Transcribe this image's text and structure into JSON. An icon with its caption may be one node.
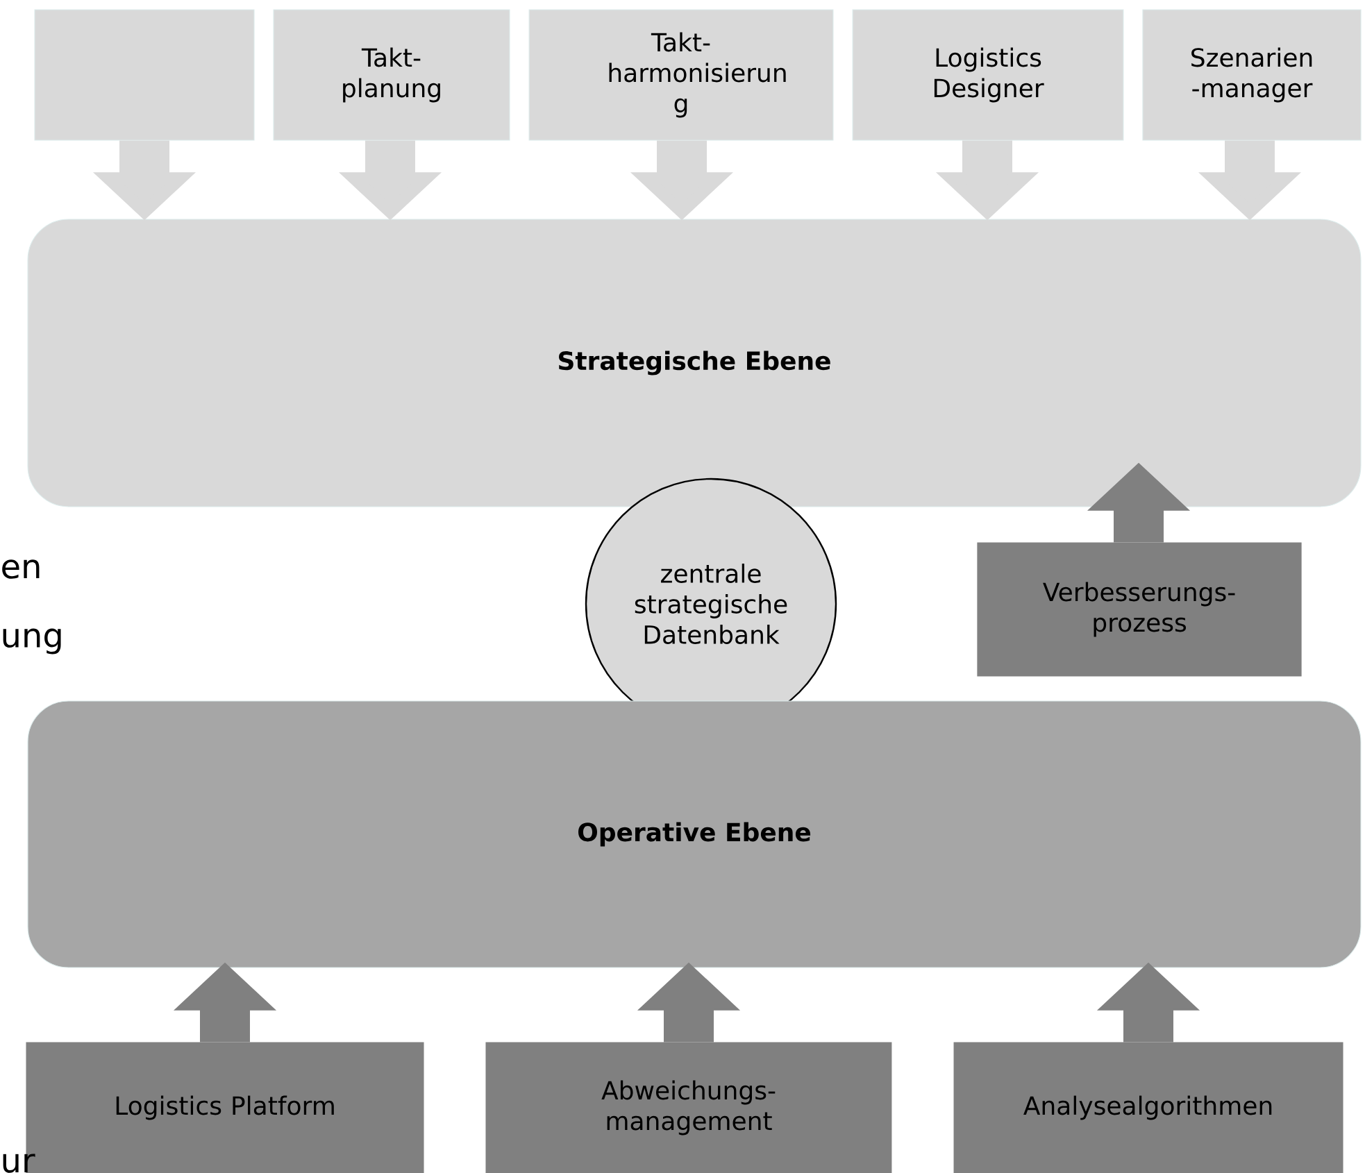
{
  "diagram": {
    "nodes": [
      {
        "text": [],
        "shape": "box"
      },
      {
        "text": [
          "Takt- planung"
        ]
      },
      {
        "text": [
          "Takt- harmonisierun g"
        ]
      },
      {
        "text": [
          "Logistics Designer"
        ]
      },
      {
        "text": [
          "Szenarien -manager"
        ]
      },
      {
        "text": [
          "Strategische Ebene"
        ]
      },
      {
        "text": [
          "zentrale strategische Datenbank"
        ]
      },
      {
        "text": [
          "Verbesserungs- prozess"
        ]
      },
      {
        "text": [
          "Operative Ebene"
        ]
      },
      {
        "text": [
          "Logistics Platform"
        ]
      },
      {
        "text": [
          "Abweichungs- management"
        ]
      },
      {
        "text": [
          "Analysealgorithmen"
        ]
      }
    ],
    "edges": [
      {
        "from": 0,
        "to": 5,
        "arrow": "to"
      },
      {
        "from": 1,
        "to": 5,
        "arrow": "to"
      },
      {
        "from": 2,
        "to": 5,
        "arrow": "to"
      },
      {
        "from": 3,
        "to": 5,
        "arrow": "to"
      },
      {
        "from": 4,
        "to": 5,
        "arrow": "to"
      },
      {
        "from": 7,
        "to": 5,
        "arrow": "to"
      },
      {
        "from": 9,
        "to": 8,
        "arrow": "to"
      },
      {
        "from": 10,
        "to": 8,
        "arrow": "to"
      },
      {
        "from": 11,
        "to": 8,
        "arrow": "to"
      }
    ],
    "labels": [
      "en",
      "ung",
      "ur"
    ]
  }
}
